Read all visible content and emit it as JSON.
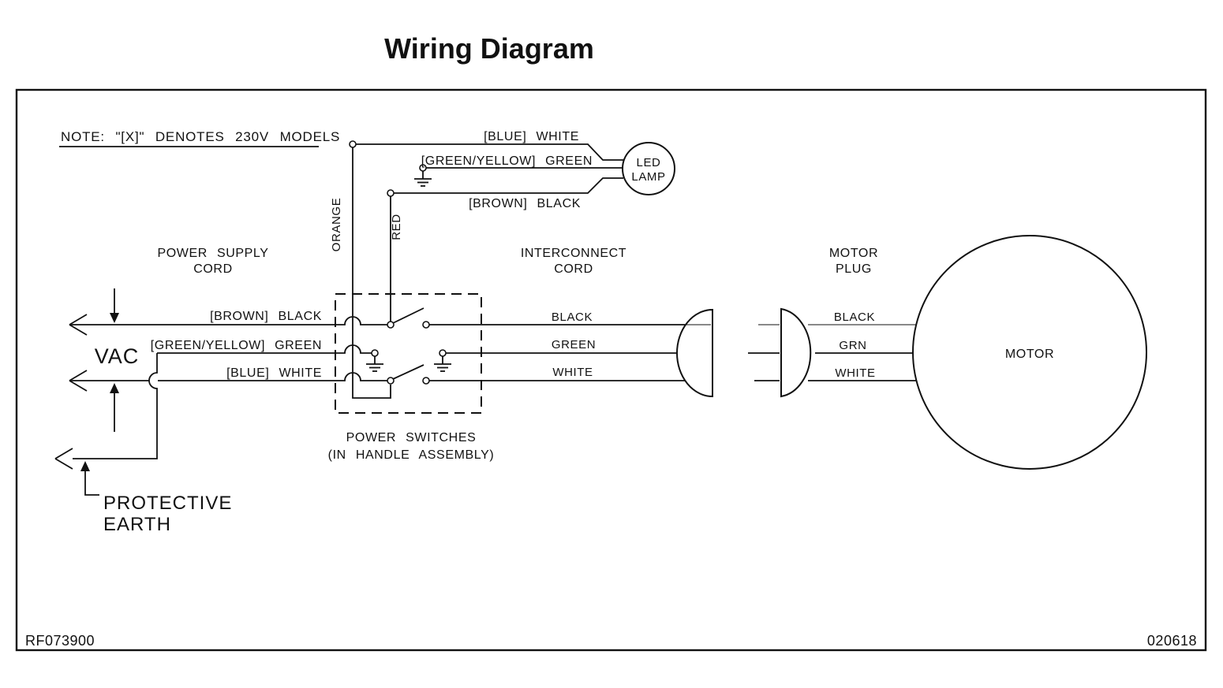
{
  "title": "Wiring Diagram",
  "note": "NOTE: \"[X]\" DENOTES 230V MODELS",
  "footer": {
    "doc_number": "RF073900",
    "date_code": "020618"
  },
  "led_lamp": {
    "label_line1": "LED",
    "label_line2": "LAMP",
    "wires": {
      "white": "[BLUE] WHITE",
      "green": "[GREEN/YELLOW] GREEN",
      "black": "[BROWN] BLACK"
    }
  },
  "internal_wires": {
    "orange": "ORANGE",
    "red": "RED"
  },
  "power_supply_cord": {
    "title_line1": "POWER SUPPLY",
    "title_line2": "CORD",
    "vac": "VAC",
    "wires": {
      "black": "[BROWN] BLACK",
      "green": "[GREEN/YELLOW] GREEN",
      "white": "[BLUE] WHITE"
    },
    "protective_earth_line1": "PROTECTIVE",
    "protective_earth_line2": "EARTH"
  },
  "power_switches": {
    "label_line1": "POWER SWITCHES",
    "label_line2": "(IN HANDLE ASSEMBLY)"
  },
  "interconnect_cord": {
    "title_line1": "INTERCONNECT",
    "title_line2": "CORD",
    "wires": {
      "black": "BLACK",
      "green": "GREEN",
      "white": "WHITE"
    }
  },
  "motor_plug": {
    "title_line1": "MOTOR",
    "title_line2": "PLUG",
    "wires": {
      "black": "BLACK",
      "green": "GRN",
      "white": "WHITE"
    }
  },
  "motor": {
    "label": "MOTOR"
  },
  "colors": {
    "ink": "#111111",
    "background": "#ffffff"
  }
}
